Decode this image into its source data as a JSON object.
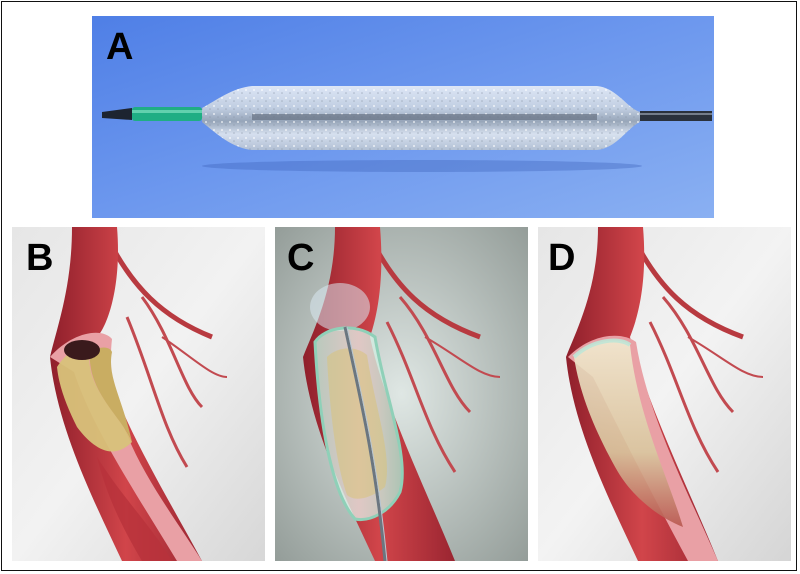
{
  "panels": {
    "a": {
      "label": "A"
    },
    "b": {
      "label": "B"
    },
    "c": {
      "label": "C"
    },
    "d": {
      "label": "D"
    }
  },
  "colors": {
    "photo_background": "#5d8bea",
    "artery_red": "#c23a3d",
    "vessel_wall_pink": "#e9a0a5",
    "plaque_yellow": "#d8c27a",
    "balloon_highlight": "#bfe6d6",
    "catheter_green": "#1fae84"
  }
}
